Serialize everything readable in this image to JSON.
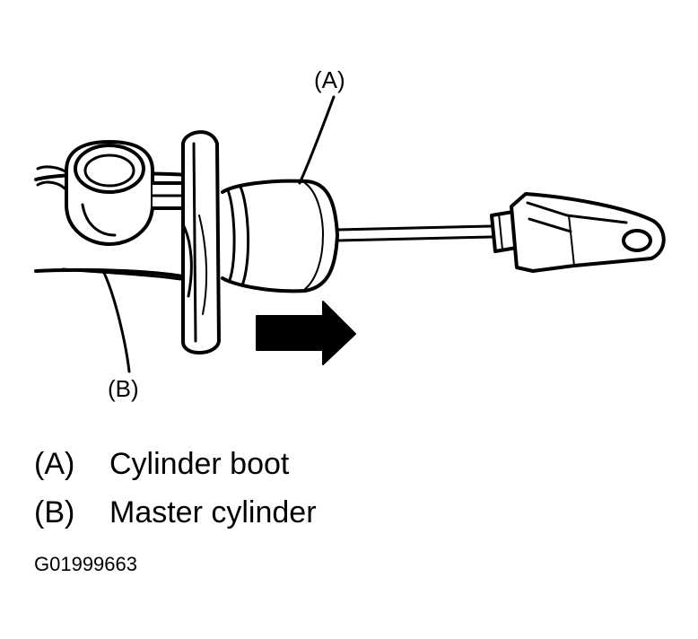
{
  "callouts": {
    "a": "(A)",
    "b": "(B)"
  },
  "legend": [
    {
      "key": "(A)",
      "label": "Cylinder boot"
    },
    {
      "key": "(B)",
      "label": "Master cylinder"
    }
  ],
  "figure_id": "G01999663",
  "colors": {
    "ink": "#000000",
    "paper": "#ffffff"
  }
}
